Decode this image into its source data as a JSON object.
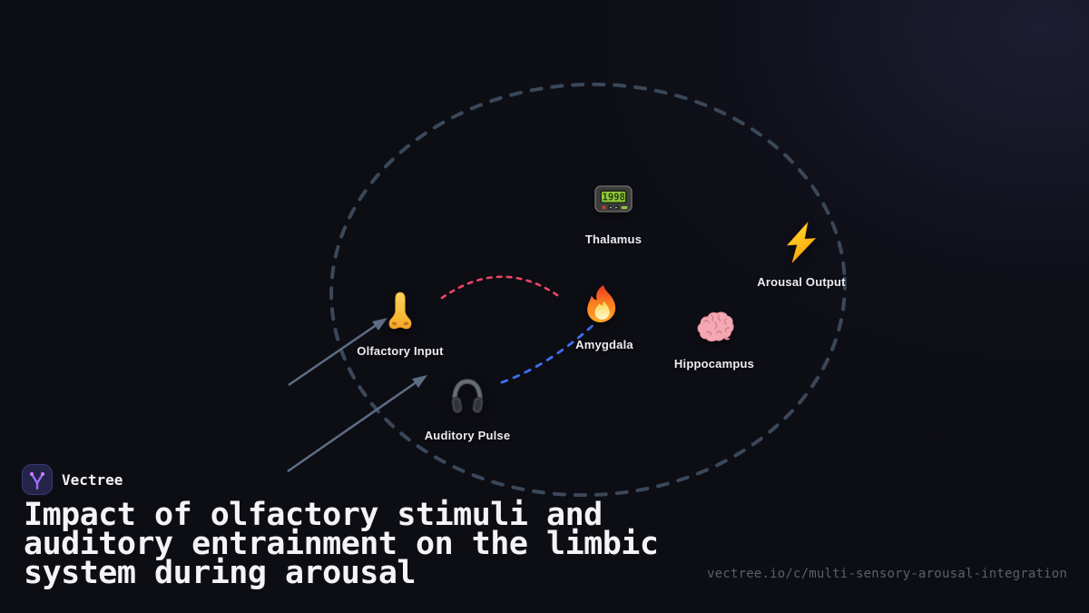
{
  "brand": {
    "name": "Vectree"
  },
  "title": "Impact of olfactory stimuli and\nauditory entrainment on the limbic\nsystem during arousal",
  "url": "vectree.io/c/multi-sensory-arousal-integration",
  "diagram": {
    "nodes": [
      {
        "id": "thalamus",
        "label": "Thalamus",
        "icon": "pager-icon"
      },
      {
        "id": "arousal-output",
        "label": "Arousal Output",
        "icon": "lightning-icon"
      },
      {
        "id": "olfactory-input",
        "label": "Olfactory Input",
        "icon": "nose-icon"
      },
      {
        "id": "amygdala",
        "label": "Amygdala",
        "icon": "fire-icon"
      },
      {
        "id": "hippocampus",
        "label": "Hippocampus",
        "icon": "brain-icon"
      },
      {
        "id": "auditory-pulse",
        "label": "Auditory Pulse",
        "icon": "headphones-icon"
      }
    ],
    "edges": [
      {
        "from": "olfactory-input",
        "to": "amygdala",
        "style": "dashed",
        "color": "#ef4566"
      },
      {
        "from": "auditory-pulse",
        "to": "amygdala",
        "style": "dashed",
        "color": "#3b72f5"
      }
    ],
    "colors": {
      "boundary": "#3a4859",
      "input_arrow": "#5d6d84",
      "olfactory_edge": "#ef4566",
      "auditory_edge": "#3b72f5",
      "brand_purple": "#9b6cfc",
      "background": "#0d0d14"
    }
  }
}
